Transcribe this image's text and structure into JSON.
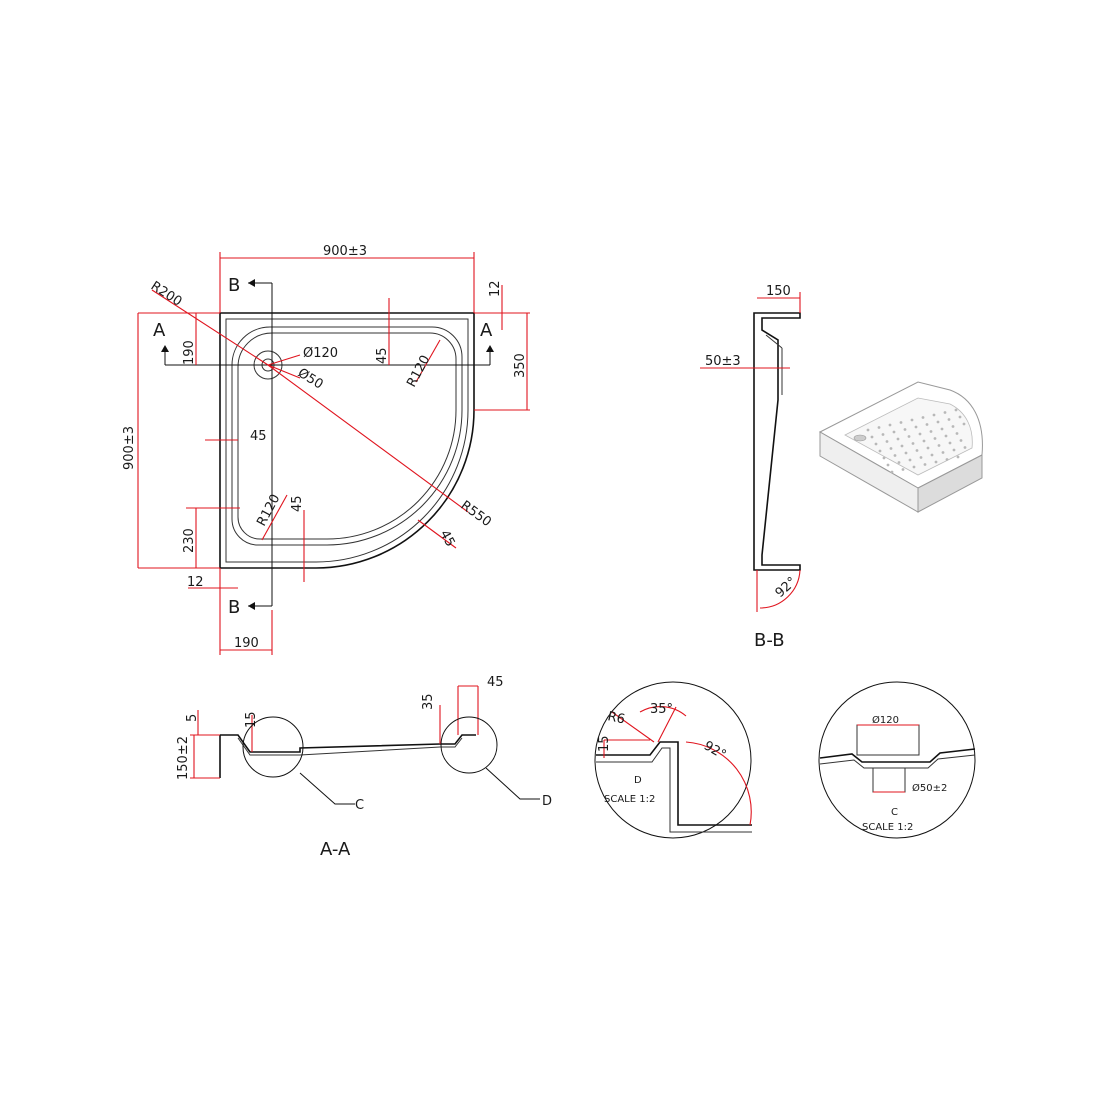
{
  "plan": {
    "dims": {
      "width_top": "900±3",
      "height_left": "900±3",
      "r200": "R200",
      "d120": "Ø120",
      "d50": "Ø50",
      "d190_left": "190",
      "d45_top": "45",
      "r120_top": "R120",
      "d350": "350",
      "d12_top": "12",
      "d45_left": "45",
      "r120_bottom": "R120",
      "d45_bottom": "45",
      "r550": "R550",
      "d45_diag": "45",
      "d230": "230",
      "d12_bottom": "12",
      "d190_bottom": "190"
    },
    "markers": {
      "b_top": "B",
      "b_bottom": "B",
      "a_left": "A",
      "a_right": "A"
    }
  },
  "section_bb": {
    "title": "B-B",
    "dims": {
      "d150": "150",
      "d50": "50±3",
      "angle": "92°"
    }
  },
  "section_aa": {
    "title": "A-A",
    "dims": {
      "d5": "5",
      "d15": "15",
      "d150": "150±2",
      "d35": "35",
      "d45": "45"
    },
    "callouts": {
      "c": "C",
      "d": "D"
    }
  },
  "detail_d": {
    "dims": {
      "r6": "R6",
      "a35": "35°",
      "h15": "15",
      "a92": "92°"
    },
    "letter": "D",
    "scale": "SCALE  1:2"
  },
  "detail_c": {
    "dims": {
      "d120": "Ø120",
      "d50": "Ø50±2"
    },
    "letter": "C",
    "scale": "SCALE  1:2"
  }
}
